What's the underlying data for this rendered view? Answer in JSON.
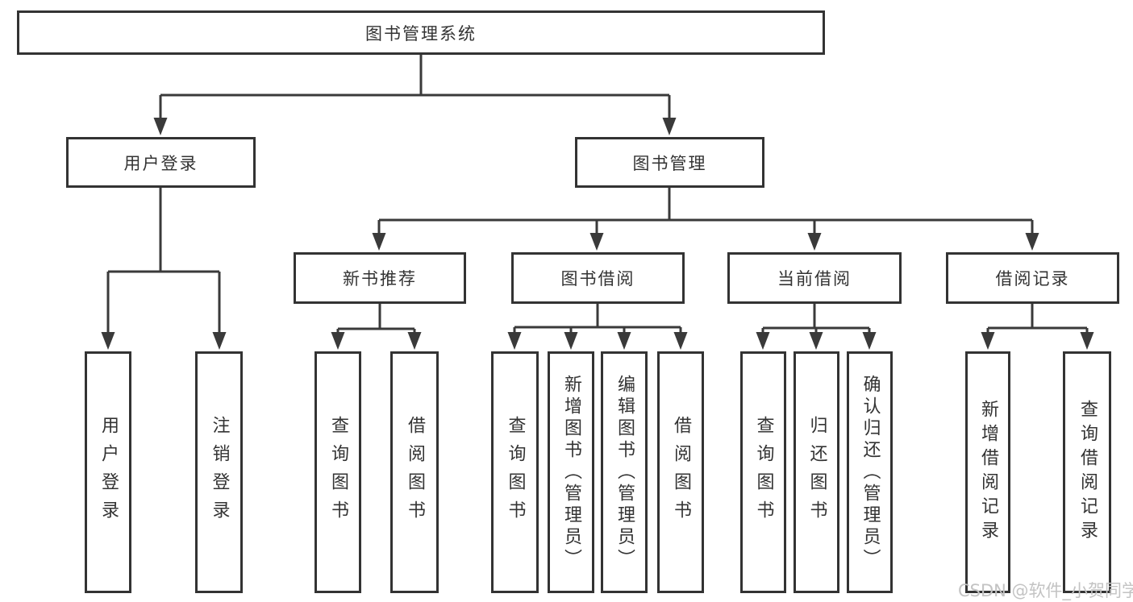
{
  "colors": {
    "line": "#3a3a3a",
    "box_border": "#333333",
    "box_background": "#ffffff",
    "text": "#333333",
    "watermark": "#c3c3c3"
  },
  "tree": {
    "root": "图书管理系统",
    "login": {
      "label": "用户登录",
      "children": [
        "用户登录",
        "注销登录"
      ]
    },
    "management": {
      "label": "图书管理",
      "sections": [
        {
          "label": "新书推荐",
          "children": [
            "查询图书",
            "借阅图书"
          ]
        },
        {
          "label": "图书借阅",
          "children": [
            "查询图书",
            "新增图书（管理员）",
            "编辑图书（管理员）",
            "借阅图书"
          ]
        },
        {
          "label": "当前借阅",
          "children": [
            "查询图书",
            "归还图书",
            "确认归还（管理员）"
          ]
        },
        {
          "label": "借阅记录",
          "children": [
            "新增借阅记录",
            "查询借阅记录"
          ]
        }
      ]
    }
  },
  "watermark": {
    "text": "CSDN @软件_小贺同学"
  }
}
